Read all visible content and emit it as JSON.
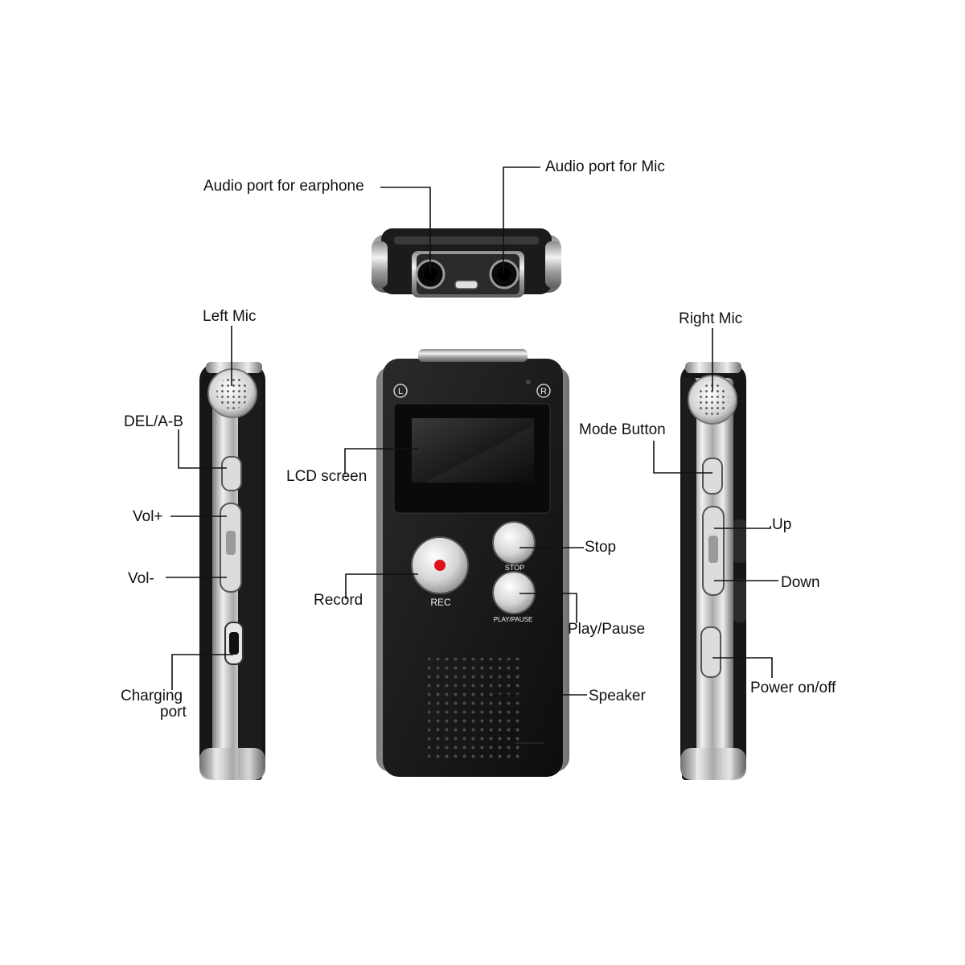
{
  "labels": {
    "audio_port_earphone": "Audio port for earphone",
    "audio_port_mic": "Audio port for Mic",
    "left_mic": "Left Mic",
    "right_mic": "Right Mic",
    "del_ab": "DEL/A-B",
    "vol_plus": "Vol+",
    "vol_minus": "Vol-",
    "charging_port_line1": "Charging",
    "charging_port_line2": "port",
    "lcd_screen": "LCD screen",
    "record": "Record",
    "stop": "Stop",
    "play_pause": "Play/Pause",
    "speaker": "Speaker",
    "mode_button": "Mode Button",
    "up": "Up",
    "down": "Down",
    "power": "Power on/off"
  },
  "device": {
    "corner_left": "L",
    "corner_right": "R",
    "rec_text": "REC",
    "stop_text": "STOP",
    "play_pause_text": "PLAY/PAUSE"
  },
  "colors": {
    "body": "#151515",
    "chrome": "#c8c8c8",
    "rec_dot": "#e01018",
    "lcd": "#1a1a1a"
  }
}
